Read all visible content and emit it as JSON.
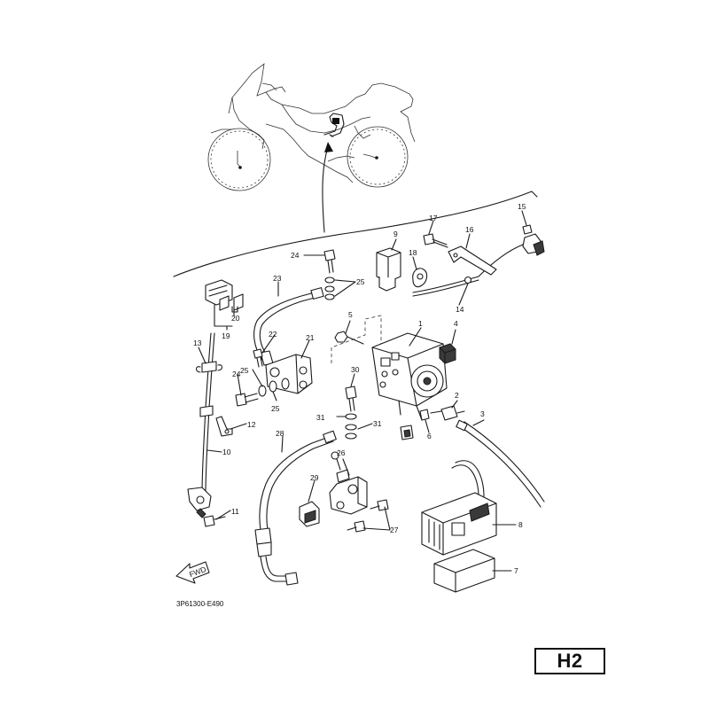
{
  "diagram": {
    "code": "3P61300-E490",
    "page": "H2",
    "fwd_label": "FWD",
    "callouts": [
      "1",
      "2",
      "3",
      "4",
      "5",
      "6",
      "7",
      "8",
      "9",
      "10",
      "11",
      "12",
      "13",
      "14",
      "15",
      "16",
      "17",
      "18",
      "19",
      "20",
      "21",
      "22",
      "23",
      "24",
      "25",
      "26",
      "27",
      "28",
      "29",
      "30",
      "31"
    ]
  }
}
